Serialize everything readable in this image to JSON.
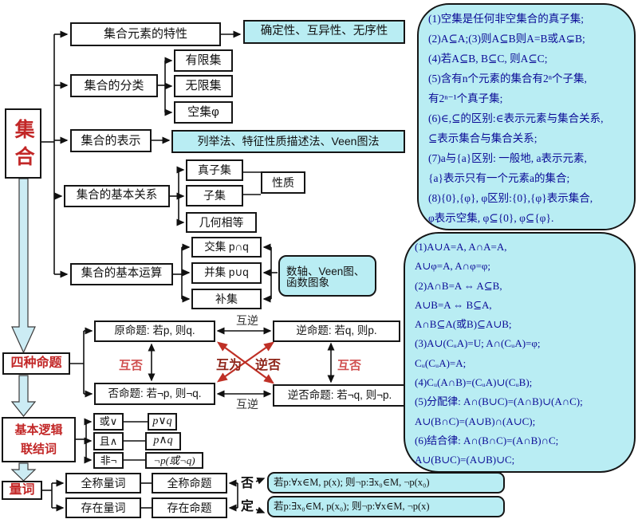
{
  "colors": {
    "cyan": "#b9edf3",
    "red": "#c22727",
    "dark_red": "#8e2418",
    "navy": "#0a0a96",
    "arrow_red": "#bf3026"
  },
  "root": {
    "label": "集合"
  },
  "nodes": {
    "element_traits": "集合元素的特性",
    "traits_result": "确定性、互异性、无序性",
    "classification": "集合的分类",
    "finite_set": "有限集",
    "infinite_set": "无限集",
    "empty_set": "空集φ",
    "representation": "集合的表示",
    "representation_methods": "列举法、特征性质描述法、Veen图法",
    "basic_relations": "集合的基本关系",
    "proper_subset": "真子集",
    "subset": "子集",
    "set_equality": "几何相等",
    "properties": "性质",
    "basic_operations": "集合的基本运算",
    "intersection": "交集 p∩q",
    "union": "并集 p∪q",
    "complement": "补集",
    "tools_line1": "数轴、Veen图、",
    "tools_line2": "函数图象"
  },
  "propositions": {
    "header": "四种命题",
    "original": "原命题: 若p, 则q.",
    "converse": "逆命题: 若q, 则p.",
    "negation": "否命题: 若¬p, 则¬q.",
    "contrapositive": "逆否命题: 若¬q, 则¬p.",
    "mutual_converse_top": "互逆",
    "mutual_converse_bottom": "互逆",
    "mutual_negation_left": "互否",
    "mutual_negation_right": "互否",
    "mutual_contrapositive_left": "互为",
    "mutual_contrapositive_right": "逆否"
  },
  "logic_connectives": {
    "header_line1": "基本逻辑",
    "header_line2": "联结词",
    "or": "或∨",
    "or_formula": "p∨q",
    "and": "且∧",
    "and_formula": "p∧q",
    "not": "非¬",
    "not_formula": "¬p(或¬q)"
  },
  "quantifiers": {
    "header": "量词",
    "universal_quantifier": "全称量词",
    "universal_proposition": "全称命题",
    "existential_quantifier": "存在量词",
    "existential_proposition": "存在命题",
    "negate_top": "否",
    "negate_bottom": "定",
    "universal_negation": "若p:∀x∈M, p(x); 则¬p:∃x₀∈M, ¬p(x₀)",
    "existential_negation": "若p:∃x₀∈M, p(x₀); 则¬p:∀x∈M, ¬p(x)"
  },
  "subset_notes": {
    "lines": [
      "(1)空集是任何非空集合的真子集;",
      "(2)A⊆A;(3)则A⊆B则A=B或A⊊B;",
      "(4)若A⊆B, B⊆C, 则A⊆C;",
      "(5)含有n个元素的集合有2ⁿ个子集,",
      "有2ⁿ⁻¹个真子集;",
      "(6)∈,⊆的区别:∈表示元素与集合关系,",
      "⊆表示集合与集合关系;",
      "(7)a与{a}区别: 一般地, a表示元素,",
      "{a}表示只有一个元素a的集合;",
      "(8){0},{φ}, φ区别:{0},{φ}表示集合,",
      "φ表示空集, φ⊆{0}, φ⊆{φ}."
    ]
  },
  "operation_laws": {
    "lines": [
      "(1)A∪A=A, A∩A=A,",
      "A∪φ=A, A∩φ=φ;",
      "(2)A∩B=A ⇔ A⊆B,",
      "A∪B=A ⇔ B⊆A,",
      "A∩B⊆A(或B)⊆A∪B;",
      "(3)A∪(CᵤA)=U; A∩(CᵤA)=φ;",
      "Cᵤ(CᵤA)=A;",
      "(4)Cᵤ(A∩B)=(CᵤA)∪(CᵤB);",
      "(5)分配律: A∩(B∪C)=(A∩B)∪(A∩C);",
      "A∪(B∩C)=(A∪B)∩(A∪C);",
      "(6)结合律: A∩(B∩C)=(A∩B)∩C;",
      "A∪(B∪C)=(A∪B)∪C;"
    ]
  }
}
